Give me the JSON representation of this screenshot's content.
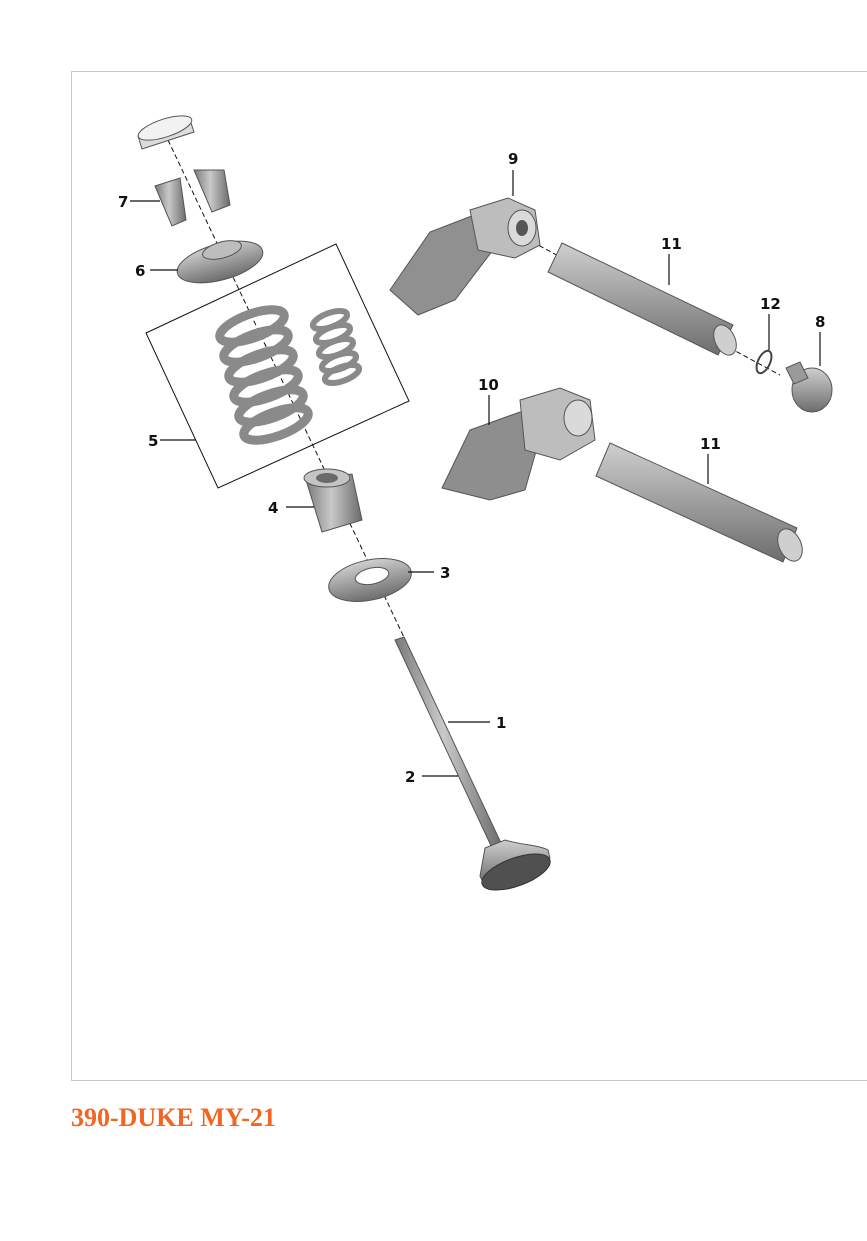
{
  "callouts": {
    "c1": "1",
    "c2": "2",
    "c3": "3",
    "c4": "4",
    "c5": "5",
    "c6": "6",
    "c7": "7",
    "c8": "8",
    "c9": "9",
    "c10": "10",
    "c11a": "11",
    "c11b": "11",
    "c12": "12"
  },
  "footer": {
    "title": "390-DUKE MY-21"
  },
  "colors": {
    "title": "#f26522",
    "part_fill": "#a6a6a6",
    "part_dark": "#6e6e6e",
    "line": "#111111"
  }
}
